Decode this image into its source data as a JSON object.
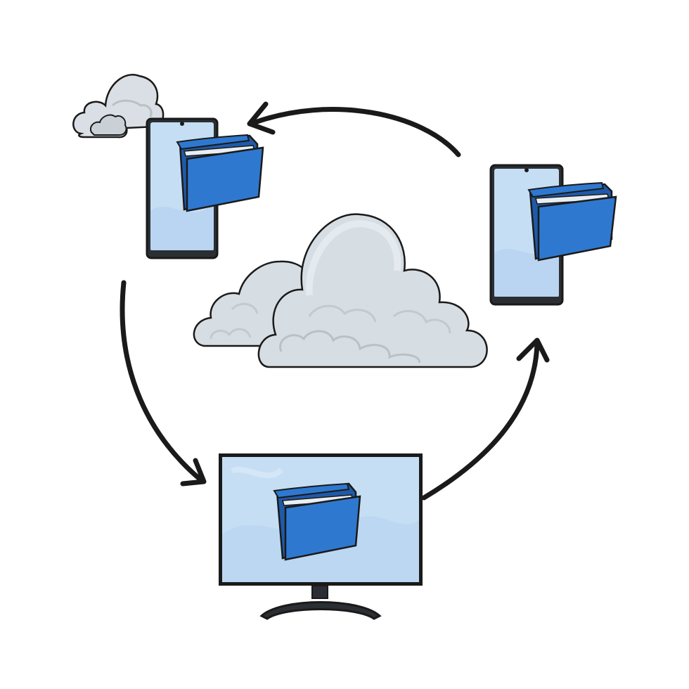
{
  "diagram": {
    "type": "cloud-sync-cycle",
    "nodes": [
      {
        "id": "central-cloud",
        "kind": "cloud",
        "icon": "cloud-icon"
      },
      {
        "id": "small-cloud",
        "kind": "cloud",
        "icon": "cloud-icon"
      },
      {
        "id": "phone-left",
        "kind": "smartphone",
        "icon": "smartphone-icon",
        "content_icon": "folder-icon"
      },
      {
        "id": "phone-right",
        "kind": "smartphone",
        "icon": "smartphone-icon",
        "content_icon": "folder-icon"
      },
      {
        "id": "monitor",
        "kind": "desktop-monitor",
        "icon": "monitor-icon",
        "content_icon": "folder-icon"
      }
    ],
    "edges": [
      {
        "from": "phone-right",
        "to": "phone-left",
        "direction": "counter-clockwise"
      },
      {
        "from": "phone-left",
        "to": "monitor",
        "direction": "counter-clockwise"
      },
      {
        "from": "monitor",
        "to": "phone-right",
        "direction": "counter-clockwise"
      }
    ],
    "colors": {
      "outline": "#1a1a1a",
      "screen_fill": "#c5def4",
      "screen_highlight": "#dcebf8",
      "folder_blue": "#2f78d0",
      "folder_dark": "#1f5aa8",
      "folder_paper": "#e9eef2",
      "cloud_fill": "#d6dde3",
      "cloud_light": "#e8edf1",
      "cloud_shade": "#b9c1c7",
      "device_body": "#2b2f33",
      "background": "#ffffff"
    }
  }
}
